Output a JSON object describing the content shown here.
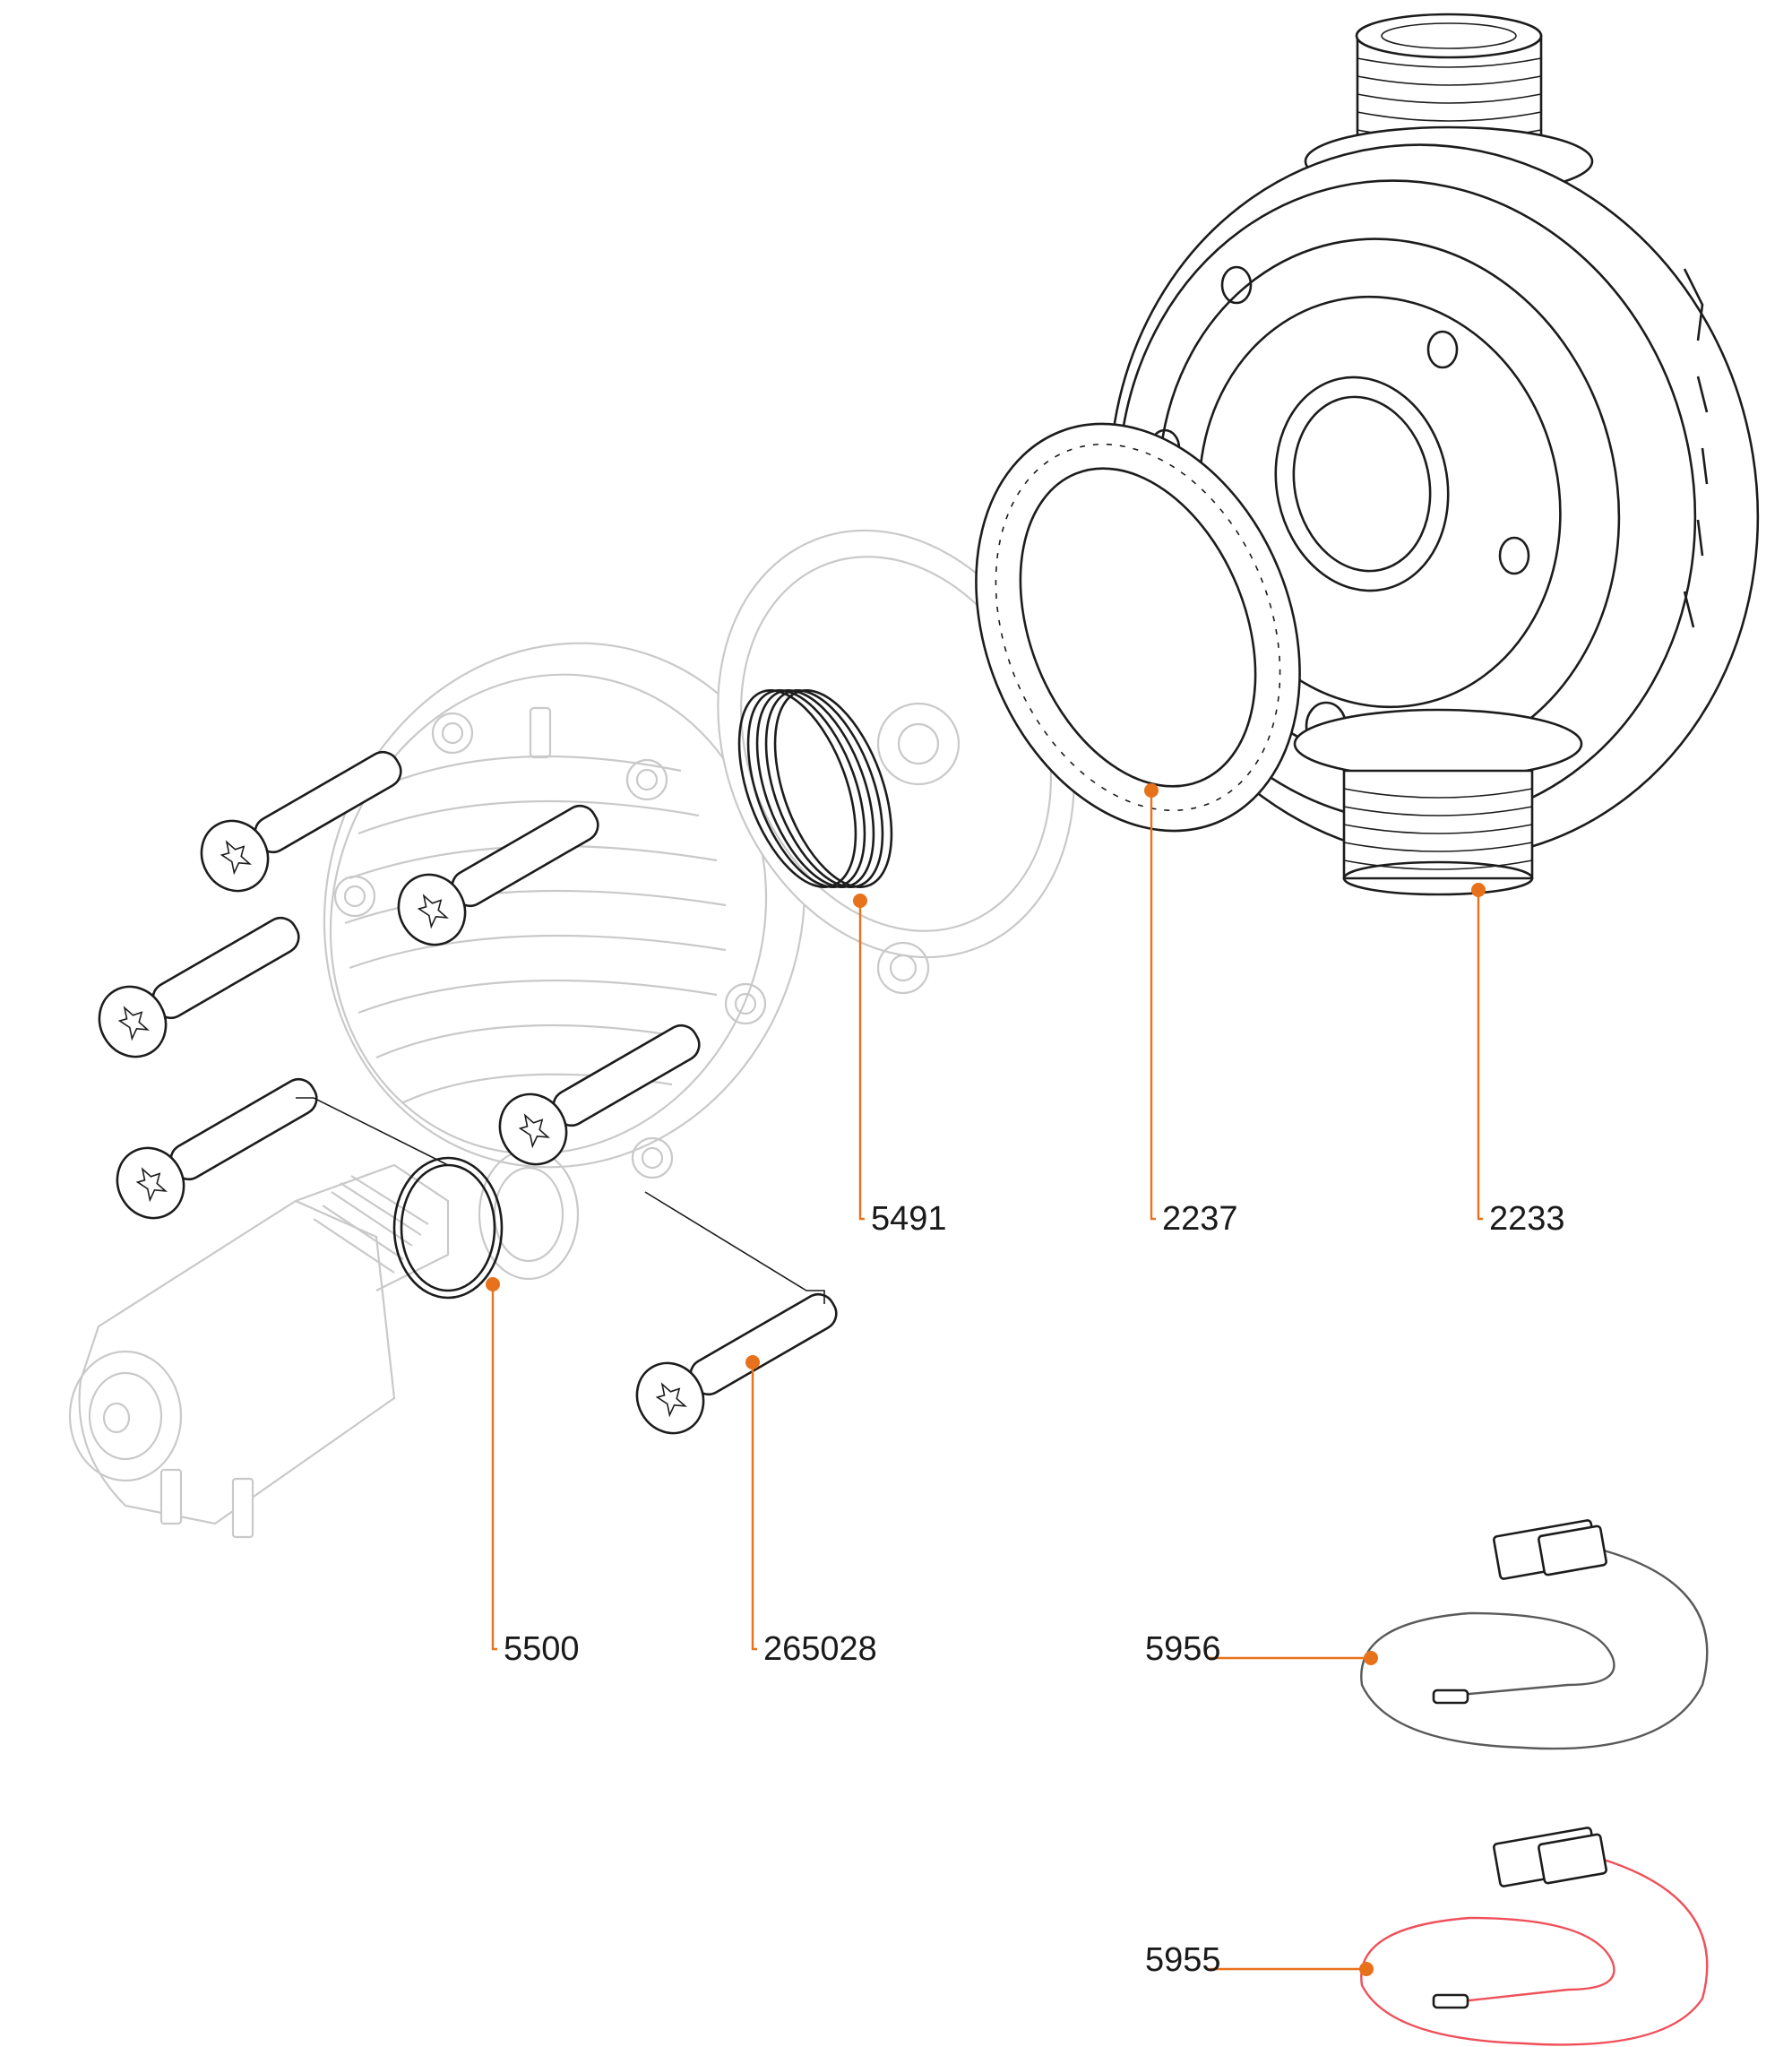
{
  "colors": {
    "leader": "#e8721c",
    "ghost_stroke": "#c9c9c9",
    "part_stroke": "#1c1c1c",
    "cable_black": "#5a5a5a",
    "cable_red": "#f0505a"
  },
  "parts": [
    {
      "id": "seal-ring",
      "label": "5491"
    },
    {
      "id": "washer-ring",
      "label": "2237"
    },
    {
      "id": "housing",
      "label": "2233"
    },
    {
      "id": "o-ring",
      "label": "5500"
    },
    {
      "id": "screw",
      "label": "265028"
    },
    {
      "id": "cable-black",
      "label": "5956"
    },
    {
      "id": "cable-red",
      "label": "5955"
    }
  ]
}
